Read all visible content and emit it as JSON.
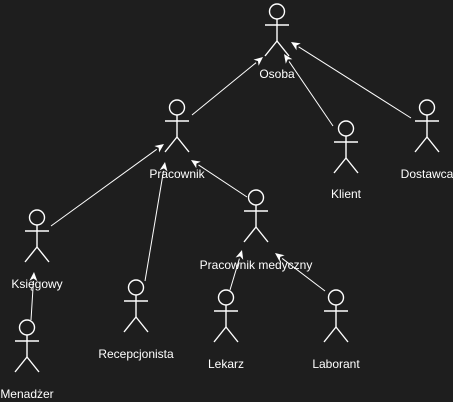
{
  "diagram": {
    "type": "uml-use-case-actor-hierarchy",
    "background": "#1e1e1e",
    "stroke_color": "#ffffff",
    "text_color": "#ffffff",
    "actors": [
      {
        "id": "osoba",
        "label": "Osoba"
      },
      {
        "id": "pracownik",
        "label": "Pracownik"
      },
      {
        "id": "klient",
        "label": "Klient"
      },
      {
        "id": "dostawca",
        "label": "Dostawca"
      },
      {
        "id": "ksiegowy",
        "label": "Księgowy"
      },
      {
        "id": "recepcjonista",
        "label": "Recepcjonista"
      },
      {
        "id": "pracownik-medyczny",
        "label": "Pracownik medyczny"
      },
      {
        "id": "menadzer",
        "label": "Menadżer"
      },
      {
        "id": "lekarz",
        "label": "Lekarz"
      },
      {
        "id": "laborant",
        "label": "Laborant"
      }
    ],
    "generalizations": [
      {
        "from": "pracownik",
        "to": "osoba"
      },
      {
        "from": "klient",
        "to": "osoba"
      },
      {
        "from": "dostawca",
        "to": "osoba"
      },
      {
        "from": "ksiegowy",
        "to": "pracownik"
      },
      {
        "from": "recepcjonista",
        "to": "pracownik"
      },
      {
        "from": "pracownik-medyczny",
        "to": "pracownik"
      },
      {
        "from": "menadzer",
        "to": "ksiegowy"
      },
      {
        "from": "lekarz",
        "to": "pracownik-medyczny"
      },
      {
        "from": "laborant",
        "to": "pracownik-medyczny"
      }
    ]
  }
}
